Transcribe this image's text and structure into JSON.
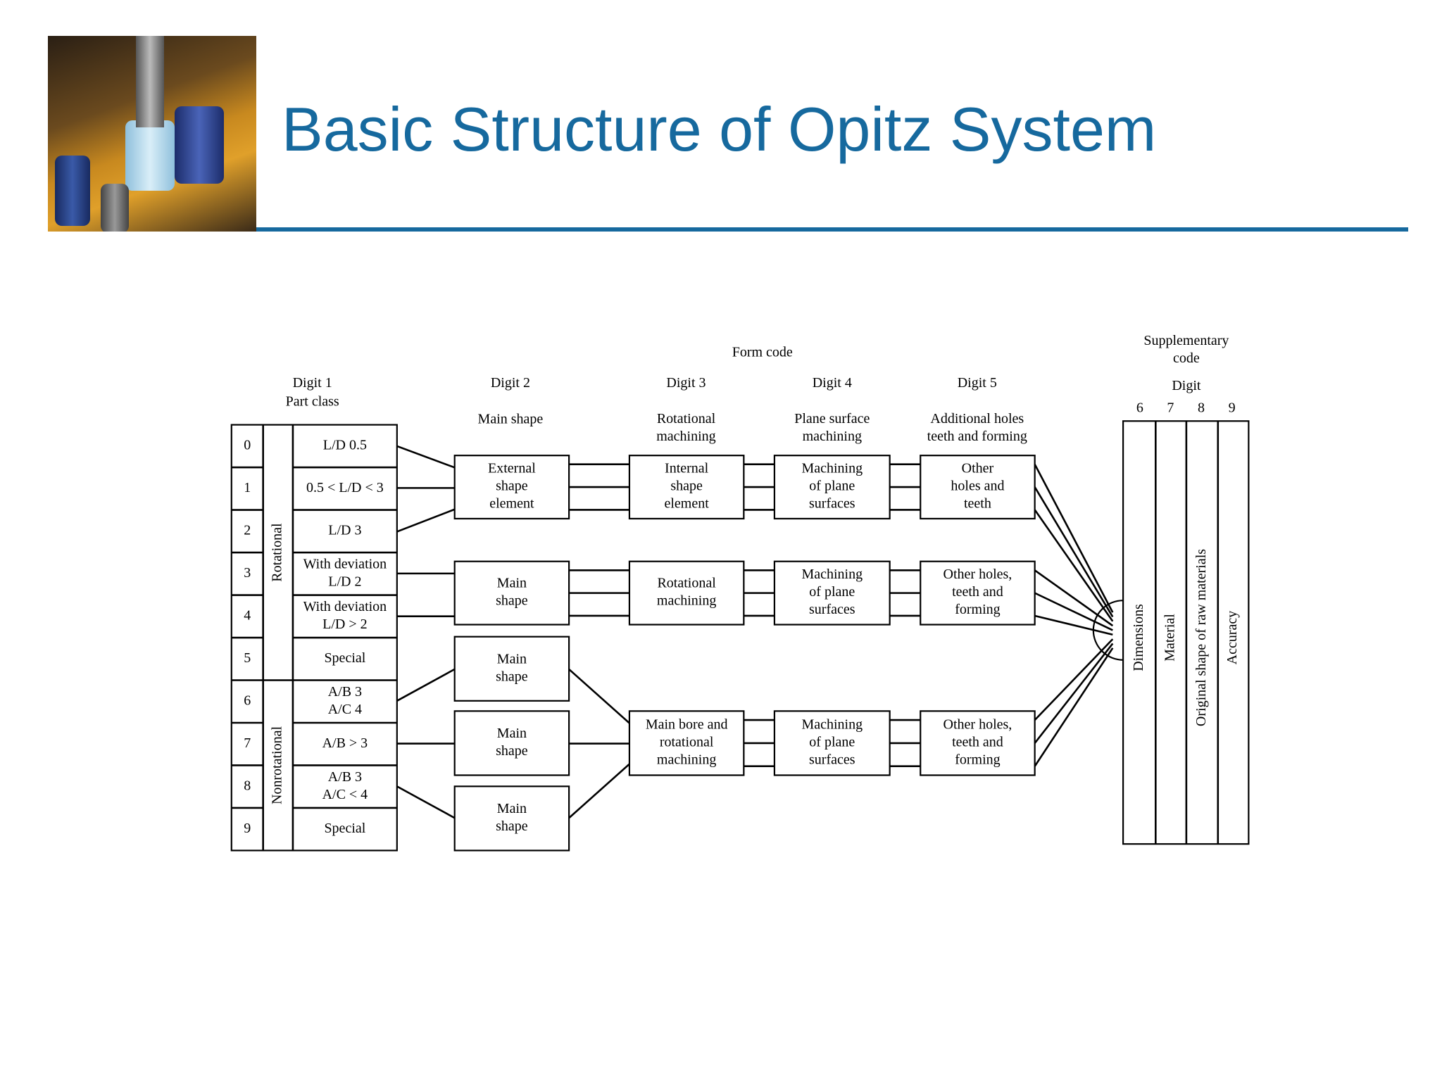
{
  "page": {
    "title": "Basic Structure of Opitz System"
  },
  "colors": {
    "title": "#16699e",
    "rule": "#16699e",
    "diagram_line": "#000000"
  },
  "diagram": {
    "form_code": "Form code",
    "supplementary_code": [
      "Supplementary",
      "code"
    ],
    "digit1": {
      "title": "Digit 1",
      "subtitle": "Part class"
    },
    "digit2": {
      "title": "Digit 2",
      "subtitle": "Main shape"
    },
    "digit3": {
      "title": "Digit 3",
      "subtitle": [
        "Rotational",
        "machining"
      ]
    },
    "digit4": {
      "title": "Digit 4",
      "subtitle": [
        "Plane surface",
        "machining"
      ]
    },
    "digit5": {
      "title": "Digit 5",
      "subtitle": [
        "Additional holes",
        "teeth and forming"
      ]
    },
    "supp_digit_label": "Digit",
    "supp_digit_numbers": [
      "6",
      "7",
      "8",
      "9"
    ],
    "rotational_label": "Rotational",
    "nonrotational_label": "Nonrotational",
    "part_classes": [
      {
        "num": "0",
        "desc": [
          "L/D   0.5"
        ]
      },
      {
        "num": "1",
        "desc": [
          "0.5 < L/D < 3"
        ]
      },
      {
        "num": "2",
        "desc": [
          "L/D   3"
        ]
      },
      {
        "num": "3",
        "desc": [
          "With deviation",
          "L/D   2"
        ]
      },
      {
        "num": "4",
        "desc": [
          "With deviation",
          "L/D > 2"
        ]
      },
      {
        "num": "5",
        "desc": [
          "Special"
        ]
      },
      {
        "num": "6",
        "desc": [
          "A/B   3",
          "A/C   4"
        ]
      },
      {
        "num": "7",
        "desc": [
          "A/B > 3"
        ]
      },
      {
        "num": "8",
        "desc": [
          "A/B   3",
          "A/C < 4"
        ]
      },
      {
        "num": "9",
        "desc": [
          "Special"
        ]
      }
    ],
    "boxes": {
      "d2_external": [
        "External",
        "shape",
        "element"
      ],
      "d2_main_a": [
        "Main",
        "shape"
      ],
      "d2_main_b": [
        "Main",
        "shape"
      ],
      "d2_main_c": [
        "Main",
        "shape"
      ],
      "d2_main_d": [
        "Main",
        "shape"
      ],
      "d3_internal": [
        "Internal",
        "shape",
        "element"
      ],
      "d3_rotational": [
        "Rotational",
        "machining"
      ],
      "d3_main_bore": [
        "Main bore and",
        "rotational",
        "machining"
      ],
      "d4_plane_a": [
        "Machining",
        "of plane",
        "surfaces"
      ],
      "d4_plane_b": [
        "Machining",
        "of plane",
        "surfaces"
      ],
      "d4_plane_c": [
        "Machining",
        "of plane",
        "surfaces"
      ],
      "d5_other_a": [
        "Other",
        "holes and",
        "teeth"
      ],
      "d5_other_b": [
        "Other holes,",
        "teeth and",
        "forming"
      ],
      "d5_other_c": [
        "Other holes,",
        "teeth and",
        "forming"
      ]
    },
    "supp_columns": [
      "Dimensions",
      "Material",
      "Original shape of raw materials",
      "Accuracy"
    ]
  }
}
